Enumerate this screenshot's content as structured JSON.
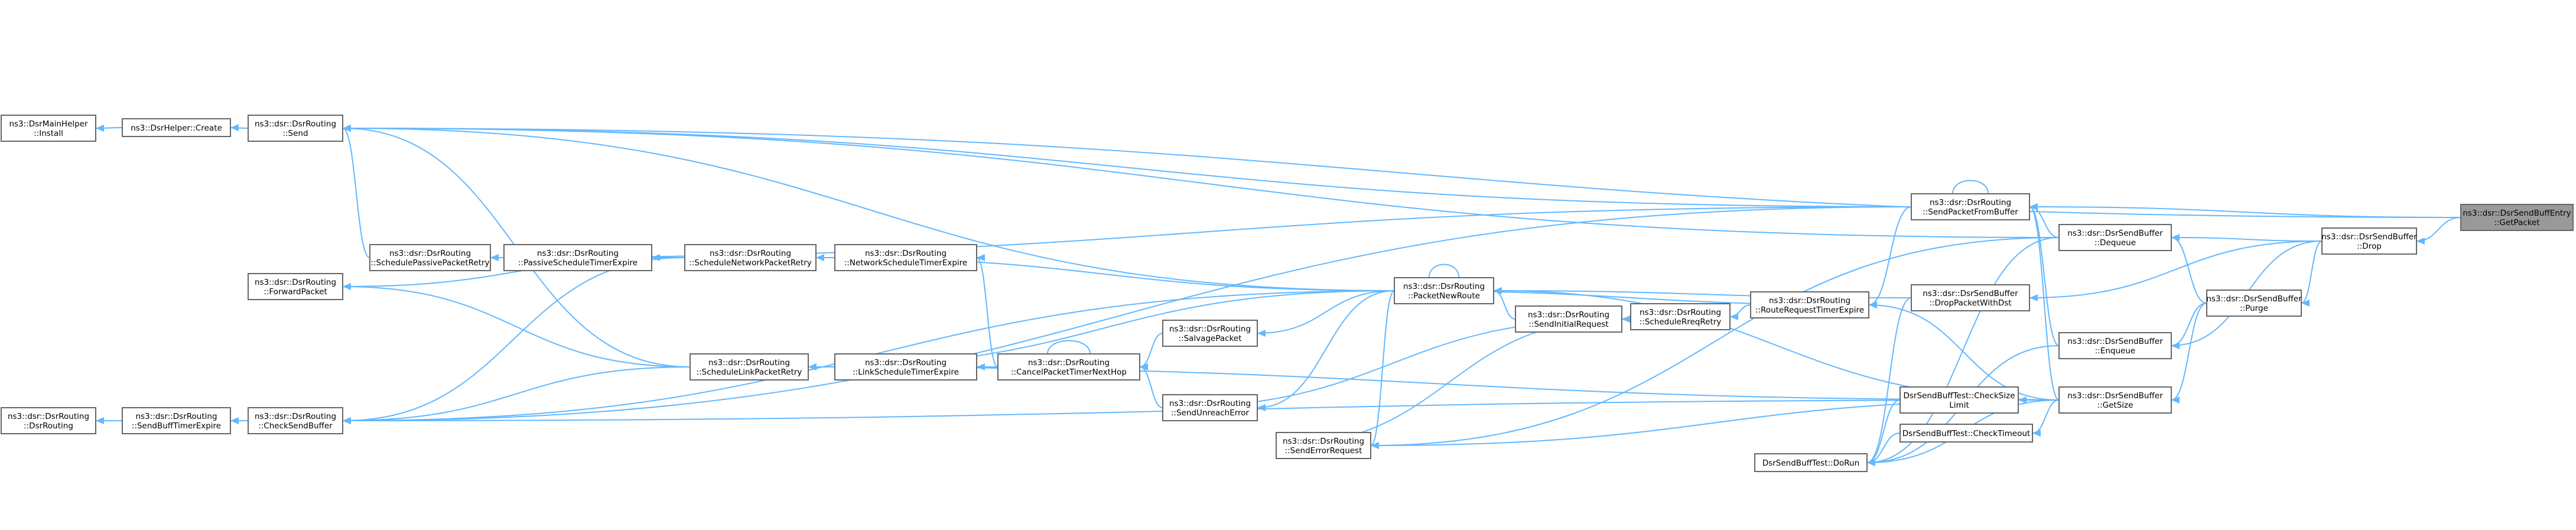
{
  "colors": {
    "edge": "#63b8ff",
    "node_border": "#666666",
    "focus_fill": "#999999",
    "background": "#ffffff"
  },
  "nodes": {
    "mainhelper_install": [
      "ns3::DsrMainHelper",
      "::Install"
    ],
    "helper_create": [
      "ns3::DsrHelper::Create"
    ],
    "send": [
      "ns3::dsr::DsrRouting",
      "::Send"
    ],
    "schedule_passive": [
      "ns3::dsr::DsrRouting",
      "::SchedulePassivePacketRetry"
    ],
    "forward_packet": [
      "ns3::dsr::DsrRouting",
      "::ForwardPacket"
    ],
    "dsrrouting_ctor": [
      "ns3::dsr::DsrRouting",
      "::DsrRouting"
    ],
    "sendbuff_timer": [
      "ns3::dsr::DsrRouting",
      "::SendBuffTimerExpire"
    ],
    "check_send_buffer": [
      "ns3::dsr::DsrRouting",
      "::CheckSendBuffer"
    ],
    "passive_timer": [
      "ns3::dsr::DsrRouting",
      "::PassiveScheduleTimerExpire"
    ],
    "schedule_network": [
      "ns3::dsr::DsrRouting",
      "::ScheduleNetworkPacketRetry"
    ],
    "network_timer": [
      "ns3::dsr::DsrRouting",
      "::NetworkScheduleTimerExpire"
    ],
    "schedule_link": [
      "ns3::dsr::DsrRouting",
      "::ScheduleLinkPacketRetry"
    ],
    "link_timer": [
      "ns3::dsr::DsrRouting",
      "::LinkScheduleTimerExpire"
    ],
    "cancel_packet": [
      "ns3::dsr::DsrRouting",
      "::CancelPacketTimerNextHop"
    ],
    "salvage": [
      "ns3::dsr::DsrRouting",
      "::SalvagePacket"
    ],
    "send_unreach": [
      "ns3::dsr::DsrRouting",
      "::SendUnreachError"
    ],
    "send_error": [
      "ns3::dsr::DsrRouting",
      "::SendErrorRequest"
    ],
    "packet_new_route": [
      "ns3::dsr::DsrRouting",
      "::PacketNewRoute"
    ],
    "send_initial": [
      "ns3::dsr::DsrRouting",
      "::SendInitialRequest"
    ],
    "schedule_rreq": [
      "ns3::dsr::DsrRouting",
      "::ScheduleRreqRetry"
    ],
    "route_request_timer": [
      "ns3::dsr::DsrRouting",
      "::RouteRequestTimerExpire"
    ],
    "send_packet_from_buffer": [
      "ns3::dsr::DsrRouting",
      "::SendPacketFromBuffer"
    ],
    "drop_packet_with_dst": [
      "ns3::dsr::DsrSendBuffer",
      "::DropPacketWithDst"
    ],
    "check_size_limit": [
      "DsrSendBuffTest::CheckSize",
      "Limit"
    ],
    "check_timeout": [
      "DsrSendBuffTest::CheckTimeout"
    ],
    "do_run": [
      "DsrSendBuffTest::DoRun"
    ],
    "dequeue": [
      "ns3::dsr::DsrSendBuffer",
      "::Dequeue"
    ],
    "enqueue": [
      "ns3::dsr::DsrSendBuffer",
      "::Enqueue"
    ],
    "get_size": [
      "ns3::dsr::DsrSendBuffer",
      "::GetSize"
    ],
    "purge": [
      "ns3::dsr::DsrSendBuffer",
      "::Purge"
    ],
    "drop": [
      "ns3::dsr::DsrSendBuffer",
      "::Drop"
    ],
    "get_packet": [
      "ns3::dsr::DsrSendBuffEntry",
      "::GetPacket"
    ]
  }
}
